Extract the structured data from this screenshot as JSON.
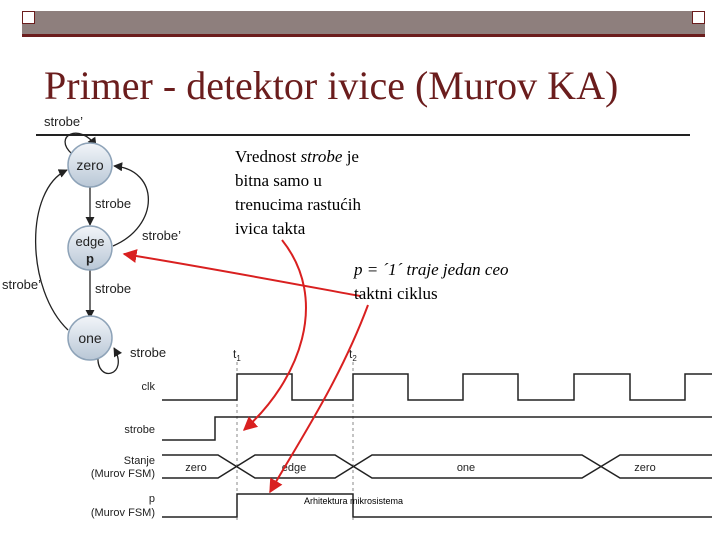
{
  "title": "Primer - detektor ivice (Murov KA)",
  "note1": {
    "line1_pre": "Vrednost ",
    "line1_em": "strobe",
    "line1_post": " je",
    "line2": "bitna samo u",
    "line3": "trenucima rastućih",
    "line4": "ivica takta"
  },
  "note2": {
    "line1": "p = ´1´ traje jedan ceo",
    "line2": "taktni ciklus"
  },
  "fsm": {
    "states": [
      "zero",
      "edge",
      "one"
    ],
    "edge_output": "p",
    "labels": {
      "zero_self": "strobe’",
      "zero_to_edge": "strobe",
      "edge_to_zero": "strobe’",
      "one_to_zero": "strobe’",
      "edge_to_one": "strobe",
      "one_self": "strobe"
    }
  },
  "timing": {
    "t1": "t1",
    "t2": "t2",
    "signals": {
      "clk": "clk",
      "strobe": "strobe",
      "state_line1": "Stanje",
      "state_line2": "(Murov FSM)",
      "p_line1": "p",
      "p_line2": "(Murov FSM)"
    },
    "state_values": [
      "zero",
      "edge",
      "one",
      "zero"
    ]
  },
  "footer": "Arhitektura mikrosistema",
  "colors": {
    "accent": "#6b1d1d",
    "bar": "#8e7f7d",
    "node_fill": "#d9e2ec",
    "arrow": "#d92020"
  }
}
